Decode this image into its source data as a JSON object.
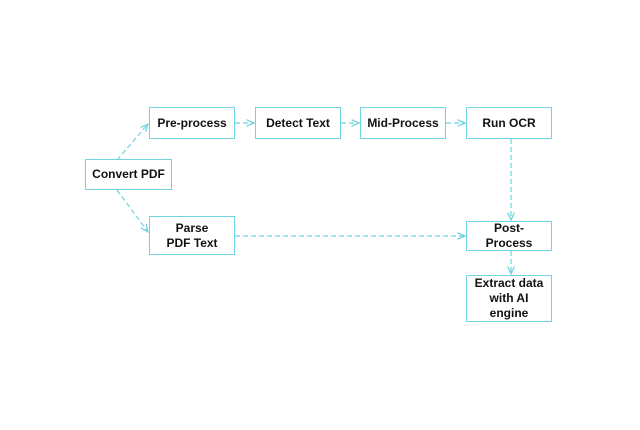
{
  "diagram": {
    "accent_color": "#6fd3e0",
    "nodes": {
      "convert_pdf": "Convert PDF",
      "pre_process": "Pre-process",
      "detect_text": "Detect Text",
      "mid_process": "Mid-Process",
      "run_ocr": "Run OCR",
      "parse_pdf_text": "Parse PDF Text",
      "post_process": "Post-Process",
      "extract_data": "Extract data with AI engine"
    },
    "edges": [
      {
        "from": "convert_pdf",
        "to": "pre_process"
      },
      {
        "from": "convert_pdf",
        "to": "parse_pdf_text"
      },
      {
        "from": "pre_process",
        "to": "detect_text"
      },
      {
        "from": "detect_text",
        "to": "mid_process"
      },
      {
        "from": "mid_process",
        "to": "run_ocr"
      },
      {
        "from": "run_ocr",
        "to": "post_process"
      },
      {
        "from": "parse_pdf_text",
        "to": "post_process"
      },
      {
        "from": "post_process",
        "to": "extract_data"
      }
    ]
  }
}
